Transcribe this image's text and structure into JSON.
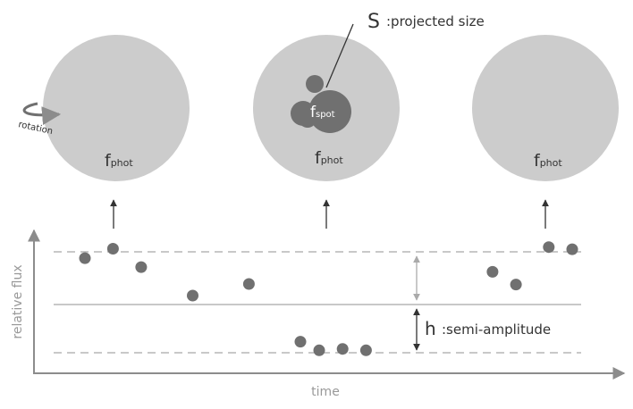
{
  "labels": {
    "projected_size_symbol": "S",
    "projected_size_text": ":projected size",
    "rotation": "rotation",
    "f_main": "f",
    "phot_sub": "phot",
    "spot_sub": "spot",
    "semi_amp_symbol": "h",
    "semi_amp_text": ":semi-amplitude",
    "ylabel": "relative flux",
    "xlabel": "time"
  },
  "colors": {
    "star": "#cccccc",
    "spot": "#707070",
    "point": "#707070",
    "axis": "#8c8c8c",
    "dash": "#a8a8a8",
    "text_dark": "#333333",
    "text_light": "#999999"
  },
  "chart_data": {
    "type": "scatter",
    "xlabel": "time",
    "ylabel": "relative flux",
    "levels": {
      "max": 1,
      "mean": 0,
      "min": -1
    },
    "points": [
      {
        "t": 1.0,
        "flux": 0.88
      },
      {
        "t": 1.6,
        "flux": 1.06
      },
      {
        "t": 2.2,
        "flux": 0.71
      },
      {
        "t": 3.3,
        "flux": 0.17
      },
      {
        "t": 4.5,
        "flux": 0.39
      },
      {
        "t": 5.6,
        "flux": -0.77
      },
      {
        "t": 6.0,
        "flux": -0.95
      },
      {
        "t": 6.5,
        "flux": -0.92
      },
      {
        "t": 7.0,
        "flux": -0.95
      },
      {
        "t": 9.7,
        "flux": 0.62
      },
      {
        "t": 10.2,
        "flux": 0.38
      },
      {
        "t": 10.9,
        "flux": 1.09
      },
      {
        "t": 11.4,
        "flux": 1.05
      }
    ]
  }
}
